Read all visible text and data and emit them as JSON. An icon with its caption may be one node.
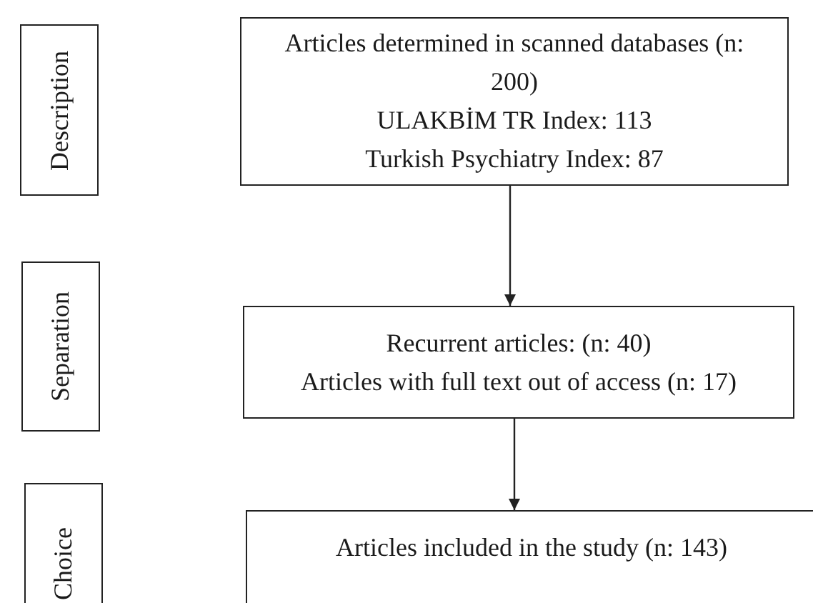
{
  "diagram": {
    "nodes": [
      {
        "text": [
          "Description"
        ]
      },
      {
        "text": [
          "Articles determined in scanned databases (n: 200)",
          "ULAKBİM TR Index: 113",
          "Turkish Psychiatry Index: 87"
        ]
      },
      {
        "text": [
          "Separation"
        ]
      },
      {
        "text": [
          "Recurrent articles: (n: 40)",
          "Articles with full text out of access (n: 17)"
        ]
      },
      {
        "text": [
          "Choice"
        ]
      },
      {
        "text": [
          "Articles included in the study (n: 143)"
        ]
      }
    ],
    "edges": [
      {
        "from": 1,
        "to": 3,
        "arrow": "to"
      },
      {
        "from": 3,
        "to": 5,
        "arrow": "to"
      }
    ]
  }
}
